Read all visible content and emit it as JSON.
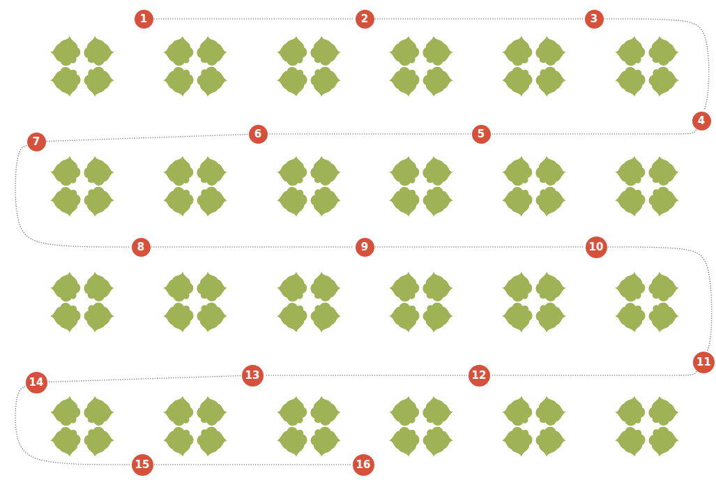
{
  "diagram": {
    "nodes": [
      {
        "text": [
          "1"
        ]
      },
      {
        "text": [
          "2"
        ]
      },
      {
        "text": [
          "3"
        ]
      },
      {
        "text": [
          "4"
        ]
      },
      {
        "text": [
          "5"
        ]
      },
      {
        "text": [
          "6"
        ]
      },
      {
        "text": [
          "7"
        ]
      },
      {
        "text": [
          "8"
        ]
      },
      {
        "text": [
          "9"
        ]
      },
      {
        "text": [
          "10"
        ]
      },
      {
        "text": [
          "11"
        ]
      },
      {
        "text": [
          "12"
        ]
      },
      {
        "text": [
          "13"
        ]
      },
      {
        "text": [
          "14"
        ]
      },
      {
        "text": [
          "15"
        ]
      },
      {
        "text": [
          "16"
        ]
      }
    ],
    "edges": [
      {
        "from": 0,
        "to": 1,
        "arrow": "none"
      },
      {
        "from": 1,
        "to": 2,
        "arrow": "none"
      },
      {
        "from": 2,
        "to": 3,
        "arrow": "none"
      },
      {
        "from": 3,
        "to": 4,
        "arrow": "none"
      },
      {
        "from": 4,
        "to": 5,
        "arrow": "none"
      },
      {
        "from": 5,
        "to": 6,
        "arrow": "none"
      },
      {
        "from": 6,
        "to": 7,
        "arrow": "none"
      },
      {
        "from": 7,
        "to": 8,
        "arrow": "none"
      },
      {
        "from": 8,
        "to": 9,
        "arrow": "none"
      },
      {
        "from": 9,
        "to": 10,
        "arrow": "none"
      },
      {
        "from": 10,
        "to": 11,
        "arrow": "none"
      },
      {
        "from": 11,
        "to": 12,
        "arrow": "none"
      },
      {
        "from": 12,
        "to": 13,
        "arrow": "none"
      },
      {
        "from": 13,
        "to": 14,
        "arrow": "none"
      },
      {
        "from": 14,
        "to": 15,
        "arrow": "none"
      }
    ]
  }
}
